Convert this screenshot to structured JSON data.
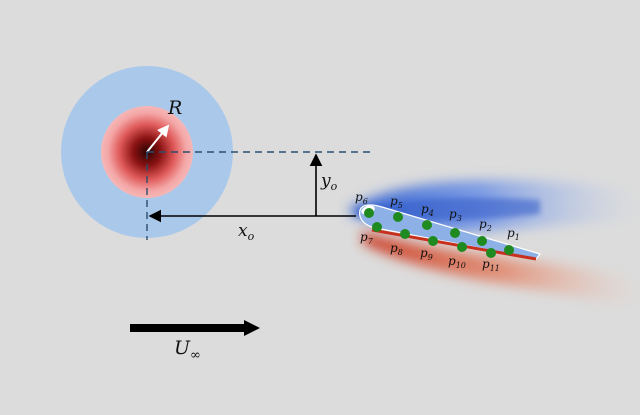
{
  "labels": {
    "radius": "R",
    "x_offset_base": "x",
    "x_offset_sub": "o",
    "y_offset_base": "y",
    "y_offset_sub": "o",
    "freestream_base": "U",
    "freestream_sub": "∞"
  },
  "sensors": {
    "prefix": "p",
    "upper": [
      "6",
      "5",
      "4",
      "3",
      "2",
      "1"
    ],
    "lower": [
      "7",
      "8",
      "9",
      "10",
      "11"
    ]
  },
  "colors": {
    "background": "#dcdcdc",
    "vortex_outer": "#a9c8ea",
    "vortex_core": "#3a0606",
    "sensor": "#1f8a1f",
    "dashed_line": "#2b4f6e",
    "wake_upper": "#3f6fd8",
    "wake_lower": "#d9462a"
  }
}
